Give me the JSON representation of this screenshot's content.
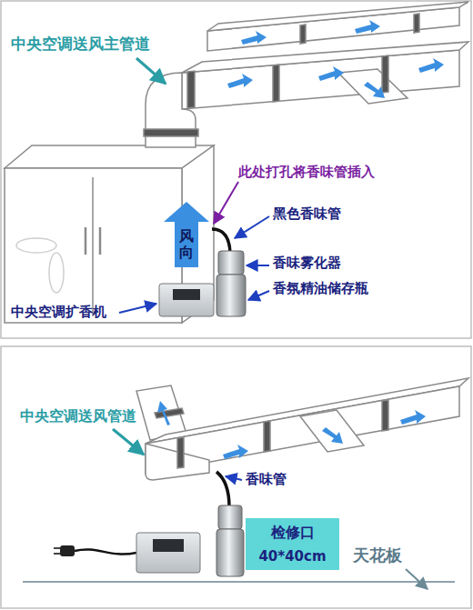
{
  "diagram": {
    "nodes": [
      {
        "text": [
          "风向"
        ]
      },
      {
        "text": [
          "检修口",
          "40*40cm"
        ]
      }
    ],
    "labels": [
      "中央空调送风主管道",
      "此处打孔将香味管插入",
      "黑色香味管",
      "香味雾化器",
      "香氛精油储存瓶",
      "中央空调扩香机",
      "中央空调送风管道",
      "香味管",
      "天花板"
    ]
  }
}
